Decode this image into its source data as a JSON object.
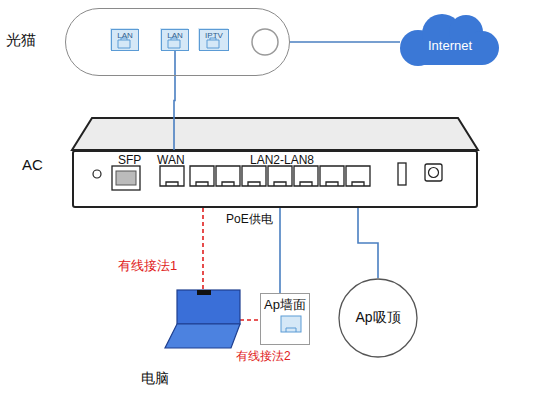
{
  "diagram": {
    "nodes": [
      {
        "text": [
          "光猫"
        ]
      },
      {
        "text": [
          "LAN"
        ],
        "in": 0
      },
      {
        "text": [
          "LAN"
        ],
        "in": 0
      },
      {
        "text": [
          "IPTV"
        ],
        "in": 0
      },
      {
        "text": [
          "Internet"
        ]
      },
      {
        "text": [
          "AC",
          "SFP",
          "WAN",
          "LAN2-LAN8"
        ]
      },
      {
        "text": [
          "Ap墙面"
        ]
      },
      {
        "text": [
          "Ap吸顶"
        ]
      },
      {
        "text": [
          "电脑"
        ]
      }
    ],
    "edges": [
      {
        "from": 0,
        "to": 4,
        "arrow": "none"
      },
      {
        "from": 2,
        "to": 5,
        "arrow": "none"
      },
      {
        "from": 5,
        "to": 8,
        "arrow": "none",
        "label": "有线接法1"
      },
      {
        "from": 5,
        "to": 6,
        "arrow": "none"
      },
      {
        "from": 5,
        "to": 7,
        "arrow": "none"
      },
      {
        "from": 8,
        "to": 6,
        "arrow": "none",
        "label": "有线接法2"
      }
    ],
    "labels": [
      "PoE供电"
    ]
  }
}
